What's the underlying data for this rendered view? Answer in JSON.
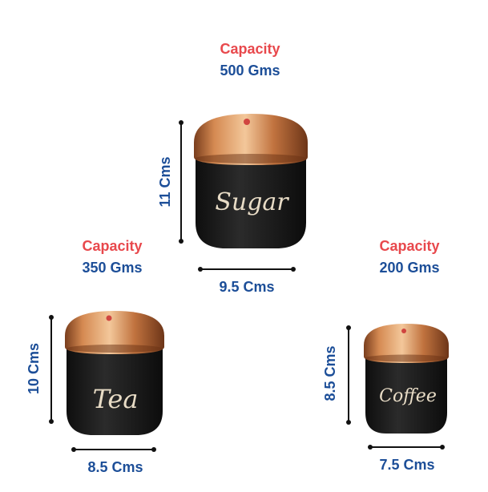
{
  "colors": {
    "capacity_text": "#e8484c",
    "value_text": "#1c4e98",
    "jar_body": "#1f1f1f",
    "lid_copper": "#c77a45",
    "jar_label": "#e8dcc6"
  },
  "jars": {
    "sugar": {
      "capacity_label": "Capacity",
      "capacity_value": "500 Gms",
      "height_label": "11 Cms",
      "width_label": "9.5 Cms",
      "jar_text": "Sugar"
    },
    "tea": {
      "capacity_label": "Capacity",
      "capacity_value": "350 Gms",
      "height_label": "10 Cms",
      "width_label": "8.5 Cms",
      "jar_text": "Tea"
    },
    "coffee": {
      "capacity_label": "Capacity",
      "capacity_value": "200 Gms",
      "height_label": "8.5 Cms",
      "width_label": "7.5 Cms",
      "jar_text": "Coffee"
    }
  }
}
